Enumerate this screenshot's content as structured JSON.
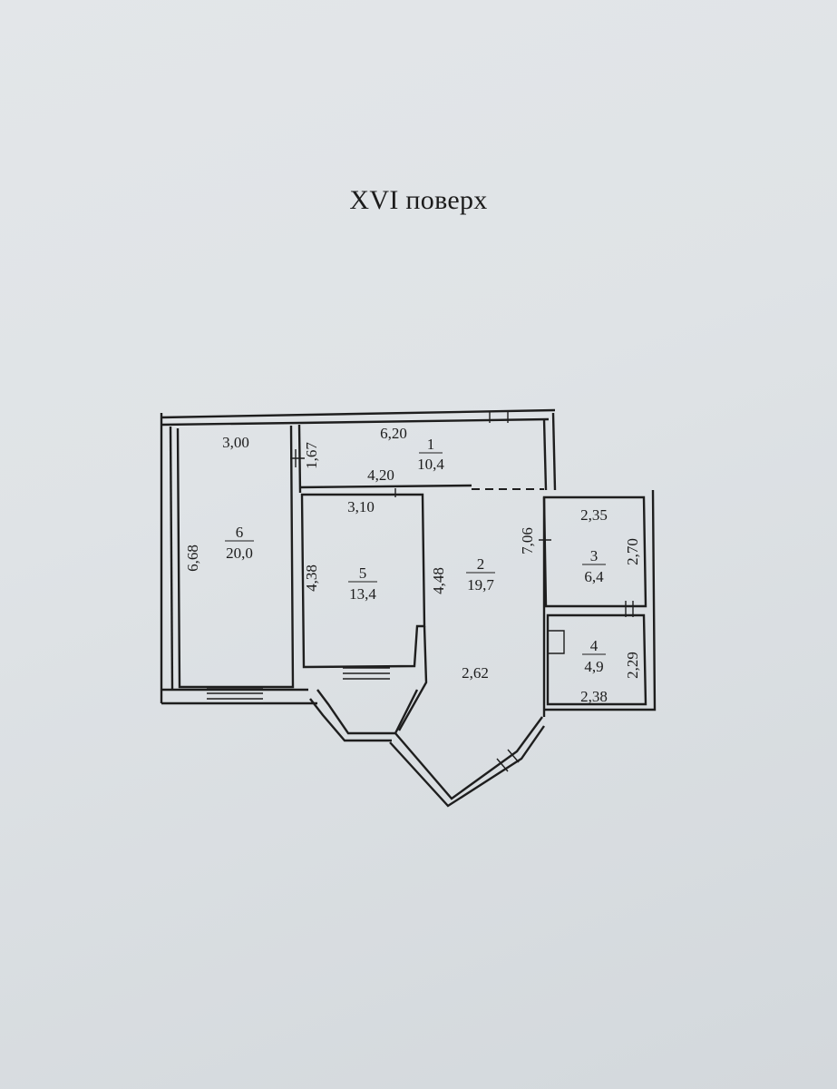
{
  "title": "XVI поверх",
  "rooms": [
    {
      "id": "1",
      "area": "10,4"
    },
    {
      "id": "2",
      "area": "19,7"
    },
    {
      "id": "3",
      "area": "6,4"
    },
    {
      "id": "4",
      "area": "4,9"
    },
    {
      "id": "5",
      "area": "13,4"
    },
    {
      "id": "6",
      "area": "20,0"
    }
  ],
  "dimensions": {
    "room6_width": "3,00",
    "room6_length": "6,68",
    "room1_width": "6,20",
    "room1_depth": "1,67",
    "corridor_width": "4,20",
    "room5_width": "3,10",
    "room5_length": "4,38",
    "room2_left": "4,48",
    "room2_right": "7,06",
    "room2_bottom": "2,62",
    "room3_width": "2,35",
    "room3_length": "2,70",
    "room4_length": "2,29",
    "room4_width": "2,38"
  },
  "colors": {
    "line": "#1e1e1e",
    "paper": "#e0e4e7"
  }
}
